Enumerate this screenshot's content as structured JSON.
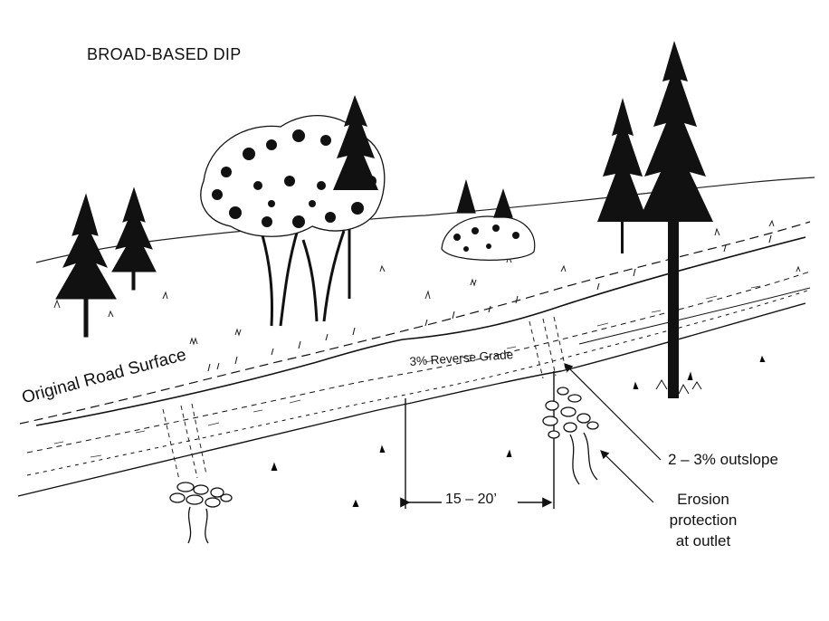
{
  "title": "BROAD-BASED DIP",
  "labels": {
    "original_road_surface": "Original Road Surface",
    "reverse_grade": "3% Reverse Grade",
    "dip_length": "15 – 20’",
    "outslope": "2 – 3% outslope",
    "erosion_line1": "Erosion",
    "erosion_line2": "protection",
    "erosion_line3": "at outlet"
  },
  "colors": {
    "ink": "#111111",
    "paper": "#ffffff"
  }
}
